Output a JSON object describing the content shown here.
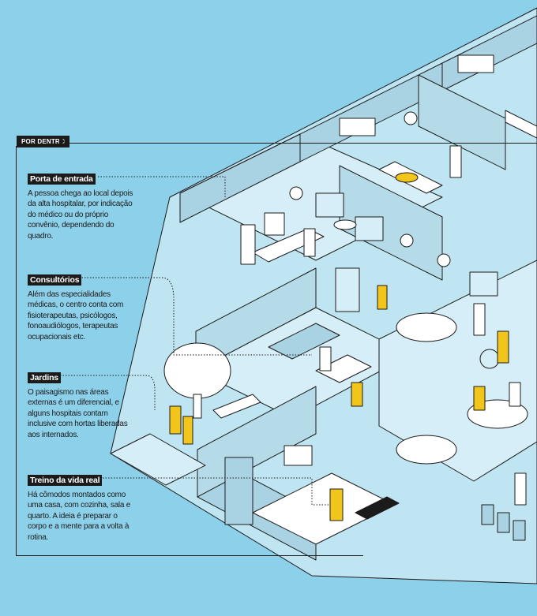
{
  "tag": "POR DENTRO",
  "sections": [
    {
      "title": "Porta de entrada",
      "text": "A pessoa chega ao local depois da alta hospitalar, por indicação do médico ou do próprio convênio, dependendo do quadro."
    },
    {
      "title": "Consultórios",
      "text": "Além das especialidades médicas, o centro conta com fisioterapeutas, psicólogos, fonoaudiólogos, terapeutas ocupacionais etc."
    },
    {
      "title": "Jardins",
      "text": "O paisagismo nas áreas externas é um diferencial, e alguns hospitais contam inclusive com hortas liberadas aos internados."
    },
    {
      "title": "Treino da vida real",
      "text": "Há cômodos montados como uma casa, com cozinha, sala e quarto. A ideia é preparar o corpo e a mente para a volta à rotina."
    }
  ],
  "colors": {
    "background": "#8dd0ea",
    "floor": "#bfe4f2",
    "wall": "#a9d3e3",
    "figure": "#f2c51b",
    "ink": "#1b1b1b"
  }
}
